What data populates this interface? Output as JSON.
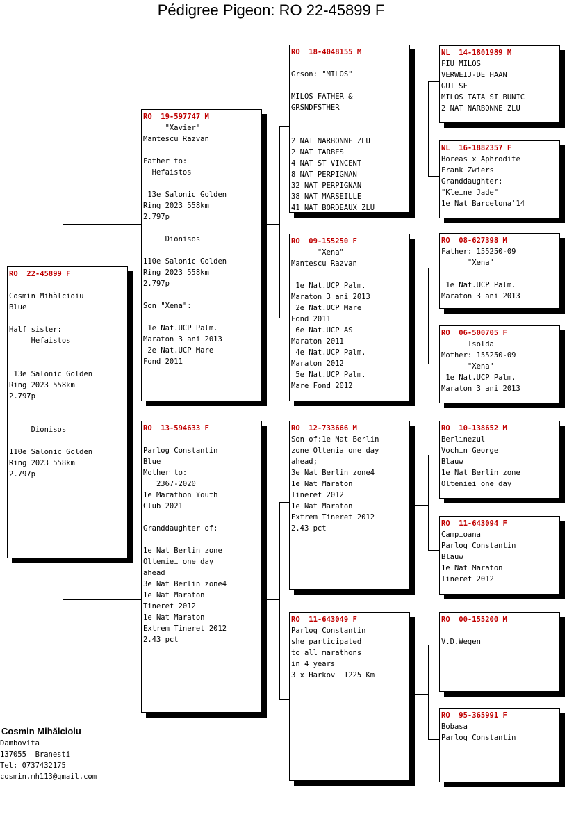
{
  "title": "Pédigree Pigeon: RO  22-45899 F",
  "cards": [
    {
      "id": "c0",
      "header": "RO  22-45899 F",
      "lines": [
        "",
        "Cosmin Mihălcioiu",
        "Blue",
        "",
        "Half sister:",
        "     Hefaistos",
        "",
        "",
        " 13e Salonic Golden",
        "Ring 2023 558km",
        "2.797p",
        "",
        "",
        "     Dionisos",
        "",
        "110e Salonic Golden",
        "Ring 2023 558km",
        "2.797p"
      ]
    },
    {
      "id": "c1",
      "header": "RO  19-597747 M",
      "lines": [
        "     \"Xavier\"",
        "Mantescu Razvan",
        "",
        "Father to:",
        "  Hefaistos",
        "",
        " 13e Salonic Golden",
        "Ring 2023 558km",
        "2.797p",
        "",
        "     Dionisos",
        "",
        "110e Salonic Golden",
        "Ring 2023 558km",
        "2.797p",
        "",
        "Son \"Xena\":",
        "",
        " 1e Nat.UCP Palm.",
        "Maraton 3 ani 2013",
        " 2e Nat.UCP Mare",
        "Fond 2011"
      ]
    },
    {
      "id": "c2",
      "header": "RO  13-594633 F",
      "lines": [
        "",
        "Parlog Constantin",
        "Blue",
        "Mother to:",
        "   2367-2020",
        "1e Marathon Youth",
        "Club 2021",
        "",
        "Granddaughter of:",
        "",
        "1e Nat Berlin zone",
        "Olteniei one day",
        "ahead",
        "3e Nat Berlin zone4",
        "1e Nat Maraton",
        "Tineret 2012",
        "1e Nat Maraton",
        "Extrem Tineret 2012",
        "2.43 pct"
      ]
    },
    {
      "id": "c3",
      "header": "RO  18-4048155 M",
      "lines": [
        "",
        "Grson: \"MILOS\"",
        "",
        "MILOS FATHER &",
        "GRSNDFSTHER",
        "",
        "",
        "2 NAT NARBONNE ZLU",
        "2 NAT TARBES",
        "4 NAT ST VINCENT",
        "8 NAT PERPIGNAN",
        "32 NAT PERPIGNAN",
        "38 NAT MARSEILLE",
        "41 NAT BORDEAUX ZLU"
      ]
    },
    {
      "id": "c4",
      "header": "RO  09-155250 F",
      "lines": [
        "      \"Xena\"",
        "Mantescu Razvan",
        "",
        " 1e Nat.UCP Palm.",
        "Maraton 3 ani 2013",
        " 2e Nat.UCP Mare",
        "Fond 2011",
        " 6e Nat.UCP AS",
        "Maraton 2011",
        " 4e Nat.UCP Palm.",
        "Maraton 2012",
        " 5e Nat.UCP Palm.",
        "Mare Fond 2012"
      ]
    },
    {
      "id": "c5",
      "header": "RO  12-733666 M",
      "lines": [
        "Son of:1e Nat Berlin",
        "zone Oltenia one day",
        "ahead;",
        "3e Nat Berlin zone4",
        "1e Nat Maraton",
        "Tineret 2012",
        "1e Nat Maraton",
        "Extrem Tineret 2012",
        "2.43 pct"
      ]
    },
    {
      "id": "c6",
      "header": "RO  11-643049 F",
      "lines": [
        "Parlog Constantin",
        "she participated",
        "to all marathons",
        "in 4 years",
        "3 x Harkov  1225 Km"
      ]
    },
    {
      "id": "c7",
      "header": "NL  14-1801989 M",
      "lines": [
        "FIU MILOS",
        "VERWEIJ-DE HAAN",
        "GUT SF",
        "MILOS TATA SI BUNIC",
        "2 NAT NARBONNE ZLU"
      ]
    },
    {
      "id": "c8",
      "header": "NL  16-1882357 F",
      "lines": [
        "Boreas x Aphrodite",
        "Frank Zwiers",
        "Granddaughter:",
        "\"Kleine Jade\"",
        "1e Nat Barcelona'14"
      ]
    },
    {
      "id": "c9",
      "header": "RO  08-627398 M",
      "lines": [
        "Father: 155250-09",
        "      \"Xena\"",
        "",
        " 1e Nat.UCP Palm.",
        "Maraton 3 ani 2013"
      ]
    },
    {
      "id": "c10",
      "header": "RO  06-500705 F",
      "lines": [
        "      Isolda",
        "Mother: 155250-09",
        "      \"Xena\"",
        " 1e Nat.UCP Palm.",
        "Maraton 3 ani 2013"
      ]
    },
    {
      "id": "c11",
      "header": "RO  10-138652 M",
      "lines": [
        "Berlinezul",
        "Vochin George",
        "Blauw",
        "1e Nat Berlin zone",
        "Olteniei one day"
      ]
    },
    {
      "id": "c12",
      "header": "RO  11-643094 F",
      "lines": [
        "Campioana",
        "Parlog Constantin",
        "Blauw",
        "1e Nat Maraton",
        "Tineret 2012"
      ]
    },
    {
      "id": "c13",
      "header": "RO  00-155200 M",
      "lines": [
        "",
        "V.D.Wegen"
      ]
    },
    {
      "id": "c14",
      "header": "RO  95-365991 F",
      "lines": [
        "Bobasa",
        "Parlog Constantin"
      ]
    }
  ],
  "breeder": {
    "name": "Cosmin Mihălcioiu",
    "lines": [
      "Dambovita",
      "137055  Branesti",
      "Tel: 0737432175",
      "cosmin.mh113@gmail.com"
    ]
  }
}
